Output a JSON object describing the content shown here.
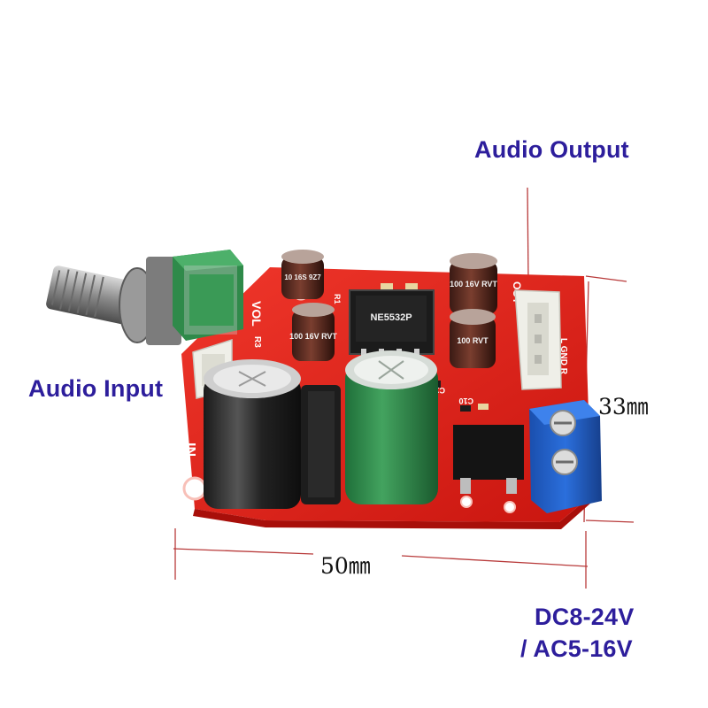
{
  "labels": {
    "audio_output": "Audio Output",
    "audio_input": "Audio Input",
    "power_line1": "DC8-24V",
    "power_line2": "/ AC5-16V"
  },
  "dimensions": {
    "width": "50㎜",
    "height": "33㎜"
  },
  "silkscreen": {
    "vol": "VOL",
    "in": "IN",
    "out": "OUT",
    "r3": "R3",
    "r1": "R1",
    "c10": "C10",
    "c12": "C12",
    "lgndr": "L GND R"
  },
  "capacitor_text": {
    "small_left": "10 16S 9Z7",
    "cap_100_left": "100 16V RVT",
    "cap_100_top_right": "100 16V RVT",
    "cap_100_bottom_right": "100 RVT",
    "chip": "NE5532P"
  },
  "colors": {
    "callout_text": "#2d1e9c",
    "pcb": "#e0231c",
    "terminal": "#1f5fc4",
    "connector": "#efefe8",
    "knob_metal": "#8f8f8f",
    "pot_green": "#2f8a4a"
  }
}
